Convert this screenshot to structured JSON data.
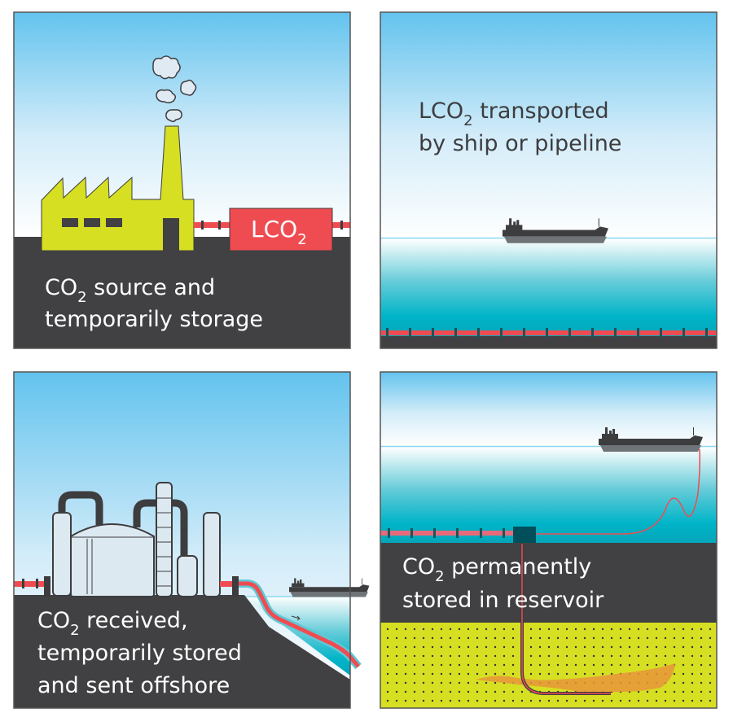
{
  "colors": {
    "sky_top": "#63c3ee",
    "ground": "#414143",
    "factory": "#d6df22",
    "lco2_tank": "#ef4c52",
    "sea": "#00b2c6",
    "pipe": "#ef4c52",
    "plume": "#e8963a",
    "facility": "#dde9f0",
    "manifold": "#004f5a"
  },
  "panels": [
    {
      "tank_label": {
        "main": "LCO",
        "sub": "2"
      },
      "caption": [
        {
          "main": "CO",
          "sub": "2",
          "rest": " source and"
        },
        {
          "text": "temporarily storage"
        }
      ]
    },
    {
      "caption": [
        {
          "main": "LCO",
          "sub": "2",
          "rest": " transported"
        },
        {
          "text": "by ship or pipeline"
        }
      ]
    },
    {
      "caption": [
        {
          "main": "CO",
          "sub": "2",
          "rest": " received,"
        },
        {
          "text": "temporarily stored"
        },
        {
          "text": "and sent offshore"
        }
      ]
    },
    {
      "caption": [
        {
          "main": "CO",
          "sub": "2",
          "rest": " permanently"
        },
        {
          "text": "stored in reservoir"
        }
      ]
    }
  ]
}
